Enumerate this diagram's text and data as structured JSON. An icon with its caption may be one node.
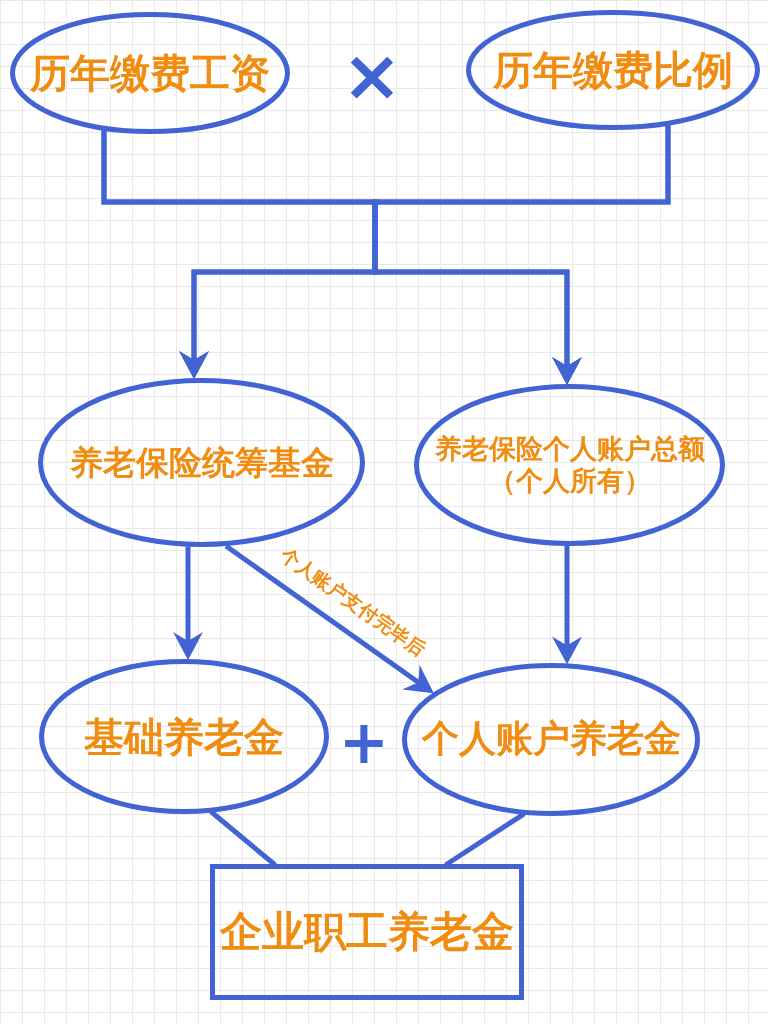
{
  "diagram": {
    "nodes": [
      {
        "text": [
          "历年缴费工资"
        ]
      },
      {
        "text": [
          "历年缴费比例"
        ]
      },
      {
        "text": [
          "养老保险统筹基金"
        ]
      },
      {
        "text": [
          "养老保险个人账户总额",
          "（个人所有）"
        ]
      },
      {
        "text": [
          "基础养老金"
        ]
      },
      {
        "text": [
          "个人账户养老金"
        ]
      },
      {
        "text": [
          "企业职工养老金"
        ]
      }
    ],
    "edges": [
      {
        "from": 0,
        "to": 2,
        "arrow": "to"
      },
      {
        "from": 0,
        "to": 3,
        "arrow": "to"
      },
      {
        "from": 1,
        "to": 2,
        "arrow": "to"
      },
      {
        "from": 1,
        "to": 3,
        "arrow": "to"
      },
      {
        "from": 2,
        "to": 4,
        "arrow": "to"
      },
      {
        "from": 2,
        "to": 5,
        "arrow": "to",
        "label": "个人账户支付完毕后"
      },
      {
        "from": 3,
        "to": 5,
        "arrow": "to"
      },
      {
        "from": 4,
        "to": 6,
        "arrow": "none"
      },
      {
        "from": 5,
        "to": 6,
        "arrow": "none"
      }
    ],
    "labels": [
      "×",
      "+"
    ]
  }
}
